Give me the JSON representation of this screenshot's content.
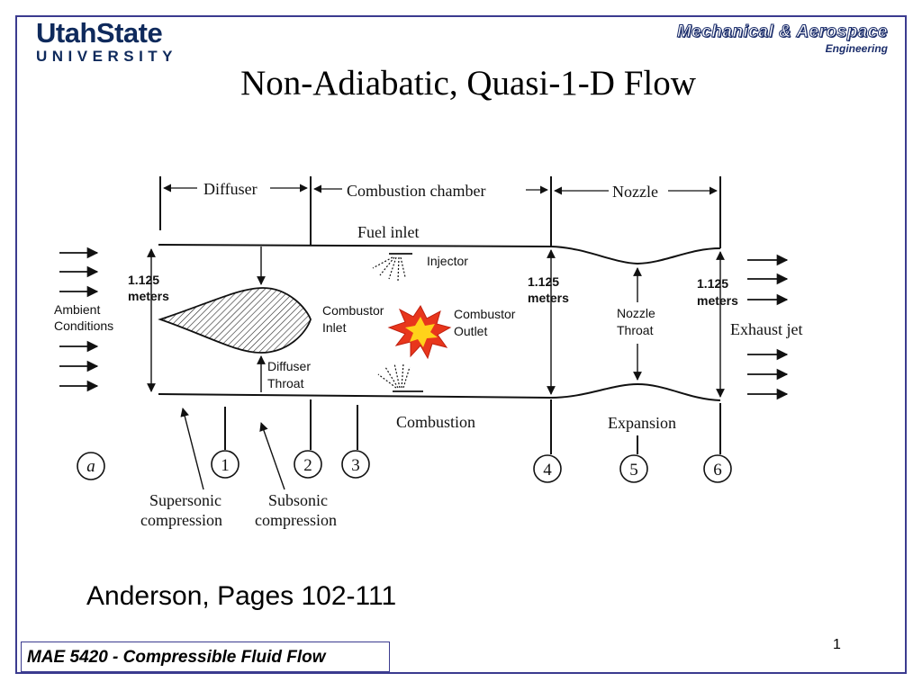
{
  "logos": {
    "university_line1": "UtahState",
    "university_line2": "UNIVERSITY",
    "department_line1": "Mechanical & Aerospace",
    "department_line2": "Engineering"
  },
  "slide": {
    "title": "Non-Adiabatic, Quasi-1-D Flow",
    "reference": "Anderson, Pages 102-111",
    "footer": "MAE 5420 - Compressible Fluid Flow",
    "page_number": "1"
  },
  "diagram": {
    "sections": [
      "Diffuser",
      "Combustion chamber",
      "Nozzle"
    ],
    "fuel_inlet": "Fuel inlet",
    "injector": "Injector",
    "ambient": [
      "Ambient",
      "Conditions"
    ],
    "height_labels": [
      [
        "1.125",
        "meters"
      ],
      [
        "1.125",
        "meters"
      ],
      [
        "1.125",
        "meters"
      ]
    ],
    "combustor_inlet": [
      "Combustor",
      "Inlet"
    ],
    "combustor_outlet": [
      "Combustor",
      "Outlet"
    ],
    "diffuser_throat": [
      "Diffuser",
      "Throat"
    ],
    "nozzle_throat": [
      "Nozzle",
      "Throat"
    ],
    "exhaust": "Exhaust jet",
    "combustion": "Combustion",
    "expansion": "Expansion",
    "stations": [
      "a",
      "1",
      "2",
      "3",
      "4",
      "5",
      "6"
    ],
    "supersonic": [
      "Supersonic",
      "compression"
    ],
    "subsonic": [
      "Subsonic",
      "compression"
    ]
  },
  "colors": {
    "frame": "#3b3b8f",
    "logo_navy": "#0f2a5c",
    "flame_outer": "#e8361c",
    "flame_inner": "#ffd21a"
  }
}
